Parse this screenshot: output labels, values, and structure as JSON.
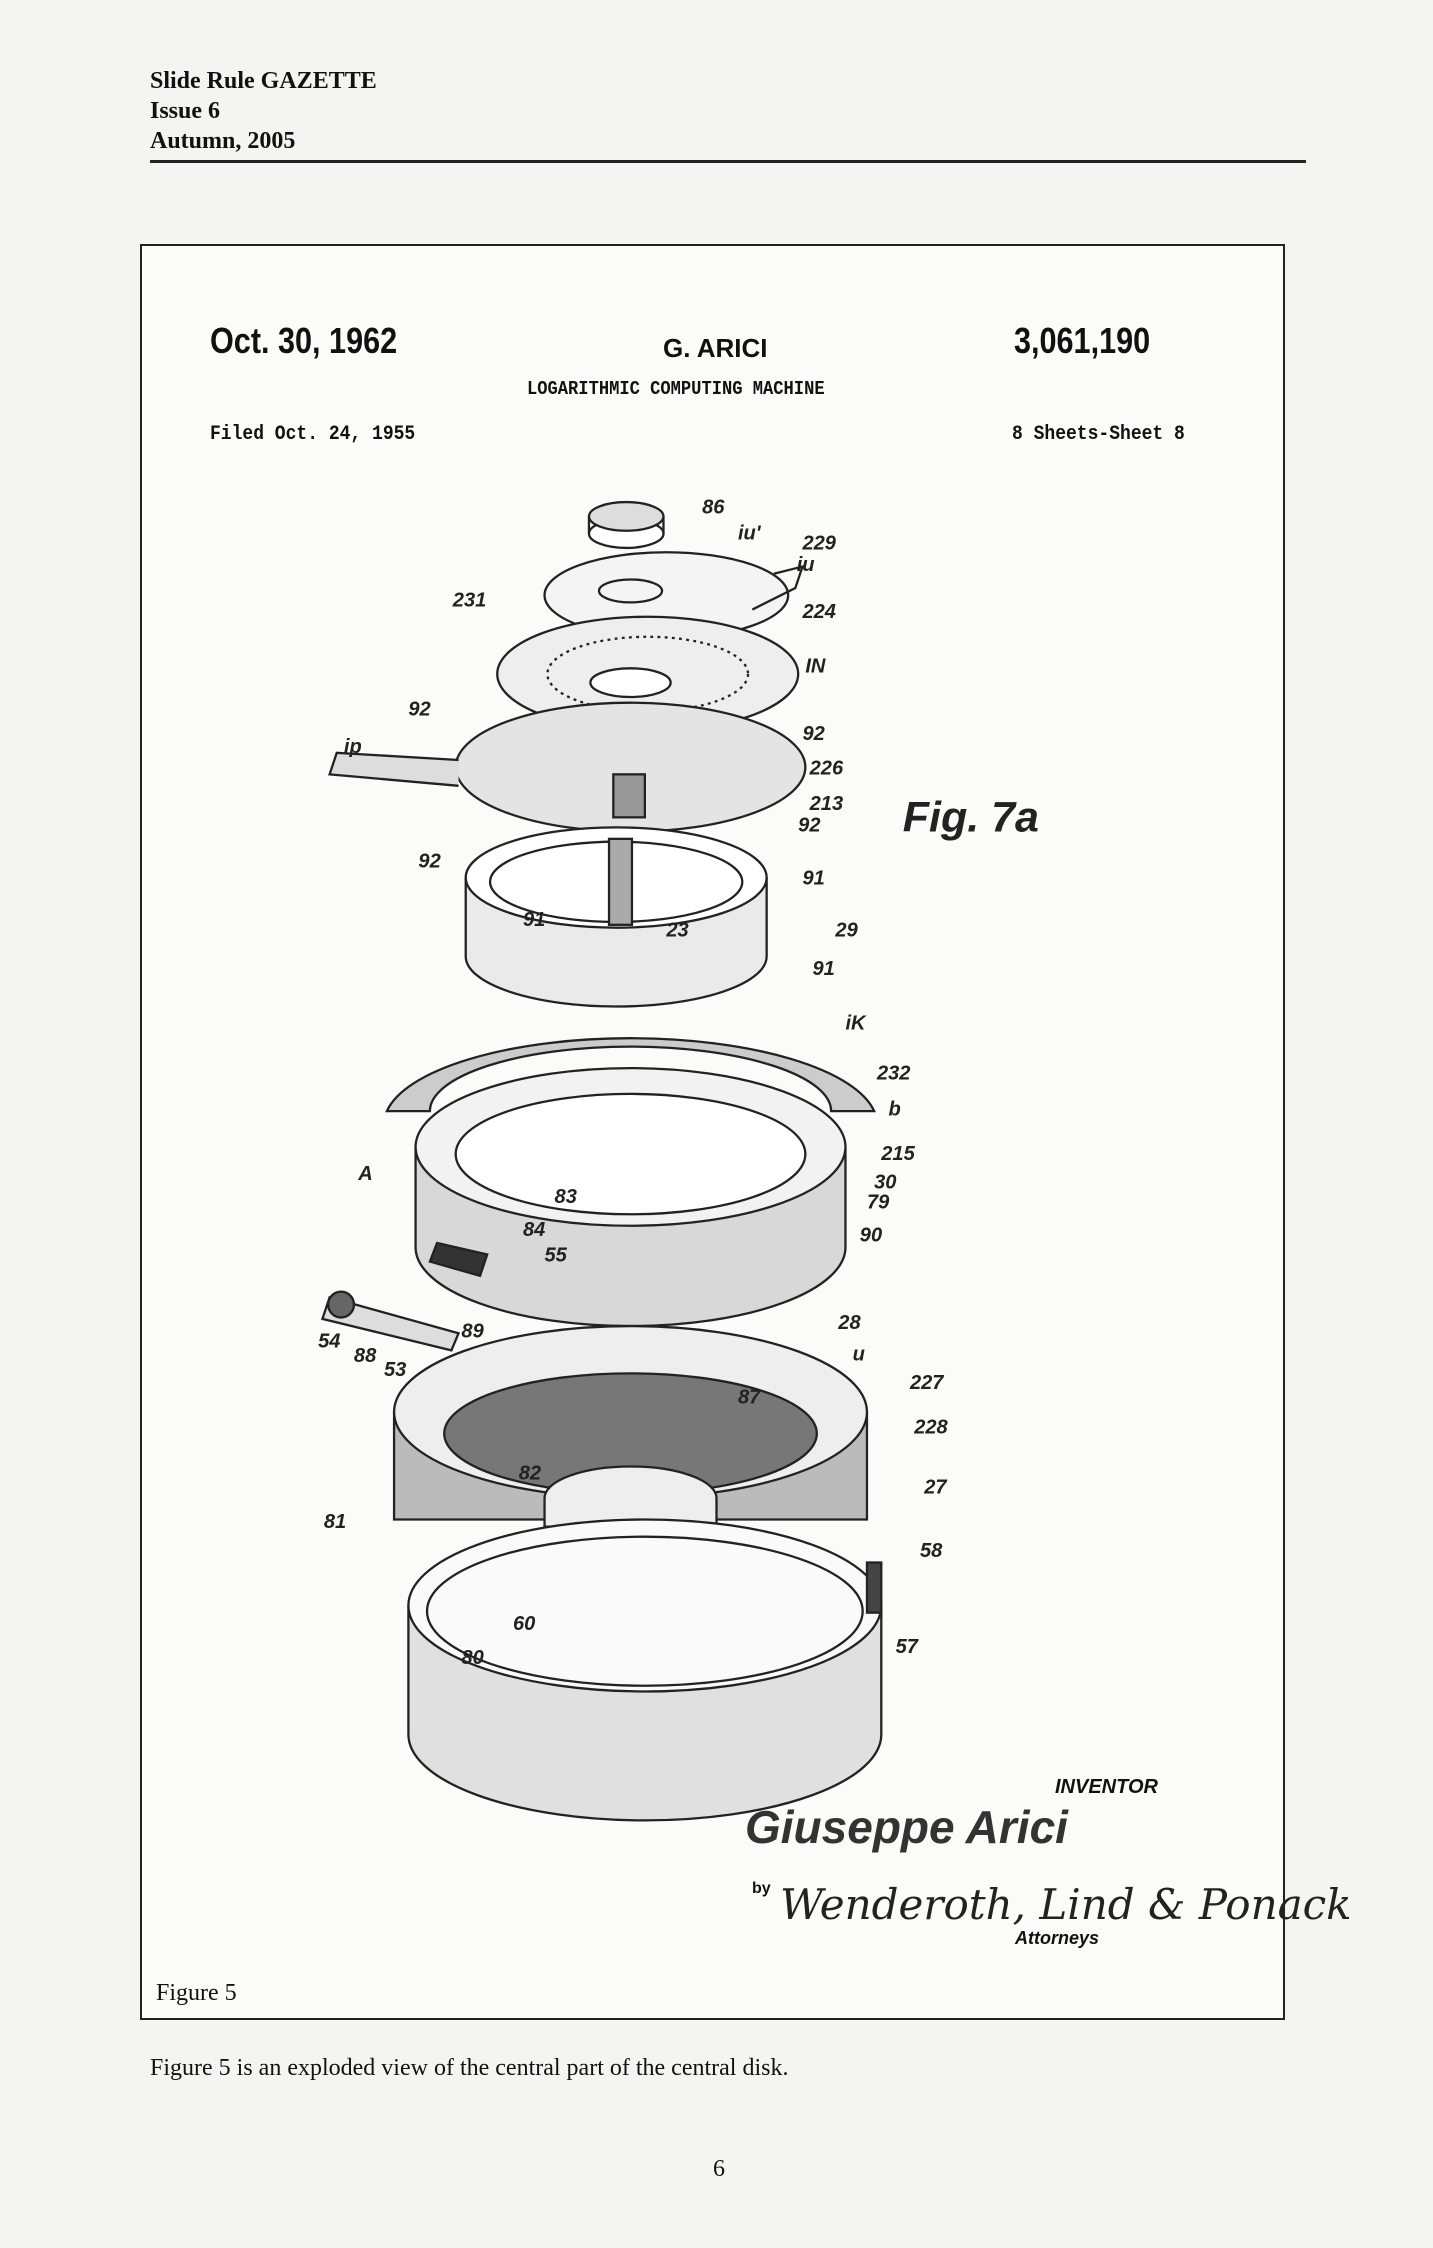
{
  "header": {
    "publication": "Slide Rule GAZETTE",
    "issue": "Issue 6",
    "season": "Autumn, 2005"
  },
  "patent": {
    "date": "Oct. 30, 1962",
    "inventor_short": "G. ARICI",
    "number": "3,061,190",
    "title": "LOGARITHMIC COMPUTING MACHINE",
    "filed": "Filed Oct. 24, 1955",
    "sheets": "8 Sheets-Sheet 8",
    "figure_label": "Fig. 7a",
    "inventor_label": "INVENTOR",
    "inventor_name": "Giuseppe Arici",
    "by": "by",
    "attorneys_signature": "Wenderoth, Lind & Ponack",
    "attorneys_label": "Attorneys",
    "reference_labels": [
      "86",
      "iu'",
      "229",
      "iu",
      "231",
      "224",
      "IN",
      "92",
      "ip",
      "92",
      "226",
      "213",
      "92",
      "92",
      "91",
      "91",
      "23",
      "29",
      "91",
      "iK",
      "232",
      "b",
      "A",
      "215",
      "30",
      "83",
      "79",
      "84",
      "90",
      "55",
      "28",
      "54",
      "89",
      "88",
      "53",
      "u",
      "227",
      "87",
      "228",
      "82",
      "81",
      "27",
      "58",
      "60",
      "80",
      "57"
    ]
  },
  "figure_caption": "Figure 5",
  "body_text": "Figure 5 is an exploded view of the central part of the central disk.",
  "page_number": "6"
}
